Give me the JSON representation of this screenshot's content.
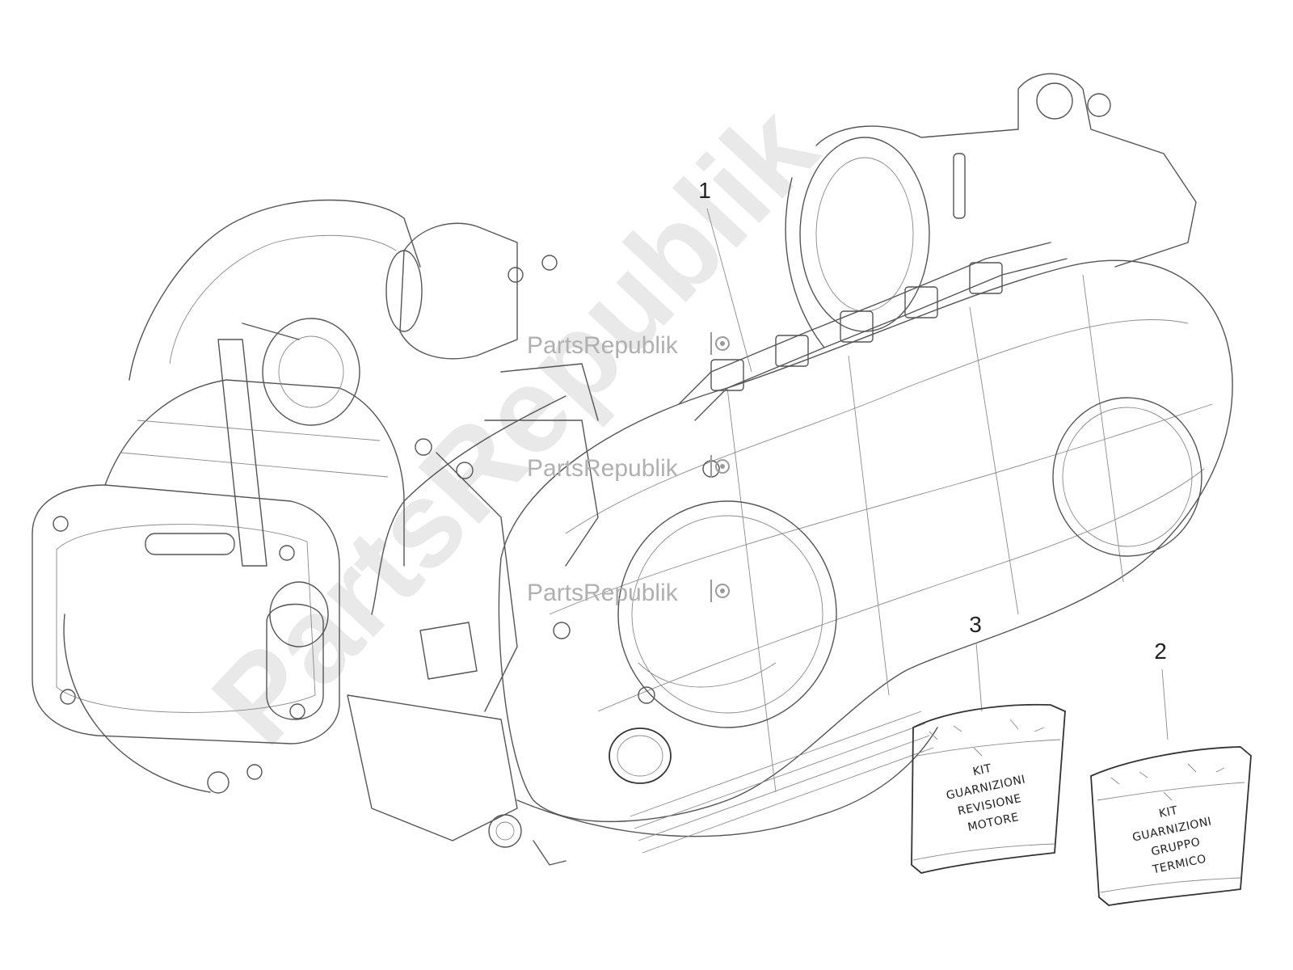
{
  "diagram": {
    "callouts": [
      {
        "id": "1",
        "label": "1"
      },
      {
        "id": "2",
        "label": "2"
      },
      {
        "id": "3",
        "label": "3"
      }
    ],
    "kits": {
      "kit3": {
        "lines": [
          "KIT",
          "GUARNIZIONI",
          "REVISIONE",
          "MOTORE"
        ]
      },
      "kit2": {
        "lines": [
          "KIT",
          "GUARNIZIONI",
          "GRUPPO",
          "TERMICO"
        ]
      }
    },
    "watermark": {
      "text": "PartsRepublik",
      "big_text": "PartsRepublik",
      "icon": "gear-icon"
    }
  }
}
